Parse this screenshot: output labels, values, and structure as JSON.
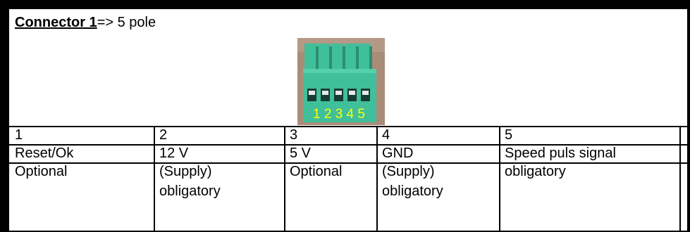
{
  "header": {
    "title_bold": "Connector 1",
    "title_rest": "=> 5 pole"
  },
  "image": {
    "pin_numbers": "1 2 3 4 5",
    "colors": {
      "body": "#3fbf9a",
      "body_dark": "#2a8f70",
      "background": "#a88c78",
      "label": "#ffff00"
    }
  },
  "table": {
    "numbers": [
      "1",
      "2",
      "3",
      "4",
      "5"
    ],
    "functions": [
      "Reset/Ok",
      "12 V",
      "5 V",
      "GND",
      "Speed puls signal"
    ],
    "requirements": [
      [
        "Optional"
      ],
      [
        "(Supply)",
        "obligatory"
      ],
      [
        "Optional"
      ],
      [
        "(Supply)",
        "obligatory"
      ],
      [
        "obligatory"
      ]
    ]
  }
}
